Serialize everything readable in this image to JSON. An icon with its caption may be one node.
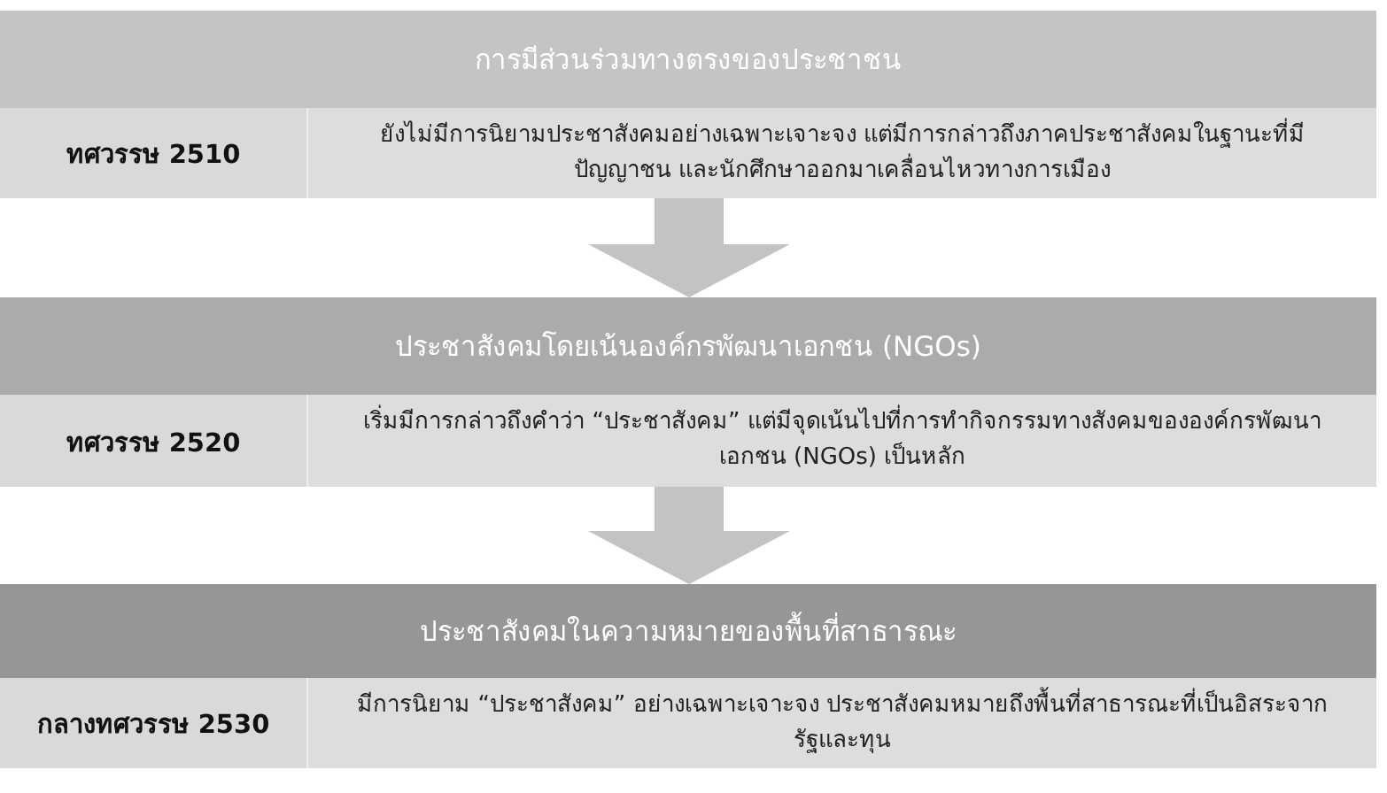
{
  "diagram": {
    "nodes": [
      {
        "text": [
          "การมีส่วนร่วมทางตรงของประชาชน"
        ]
      },
      {
        "text": [
          "ทศวรรษ 2510"
        ]
      },
      {
        "text": [
          "ยังไม่มีการนิยามประชาสังคมอย่างเฉพาะเจาะจง แต่มีการกล่าวถึงภาคประชาสังคมในฐานะที่มีปัญญาชน และนักศึกษาออกมาเคลื่อนไหวทางการเมือง"
        ]
      },
      {
        "text": [
          "ประชาสังคมโดยเน้นองค์กรพัฒนาเอกชน (NGOs)"
        ]
      },
      {
        "text": [
          "ทศวรรษ 2520"
        ]
      },
      {
        "text": [
          "เริ่มมีการกล่าวถึงคำว่า “ประชาสังคม” แต่มีจุดเน้นไปที่การทำกิจกรรมทางสังคมขององค์กรพัฒนาเอกชน (NGOs) เป็นหลัก"
        ]
      },
      {
        "text": [
          "ประชาสังคมในความหมายของพื้นที่สาธารณะ"
        ]
      },
      {
        "text": [
          "กลางทศวรรษ 2530"
        ]
      },
      {
        "text": [
          "มีการนิยาม “ประชาสังคม” อย่างเฉพาะเจาะจง ประชาสังคมหมายถึงพื้นที่สาธารณะที่เป็นอิสระจากรัฐและทุน"
        ]
      }
    ],
    "edges": [
      {
        "from": 2,
        "to": 3,
        "arrow": "to"
      },
      {
        "from": 5,
        "to": 6,
        "arrow": "to"
      }
    ]
  }
}
